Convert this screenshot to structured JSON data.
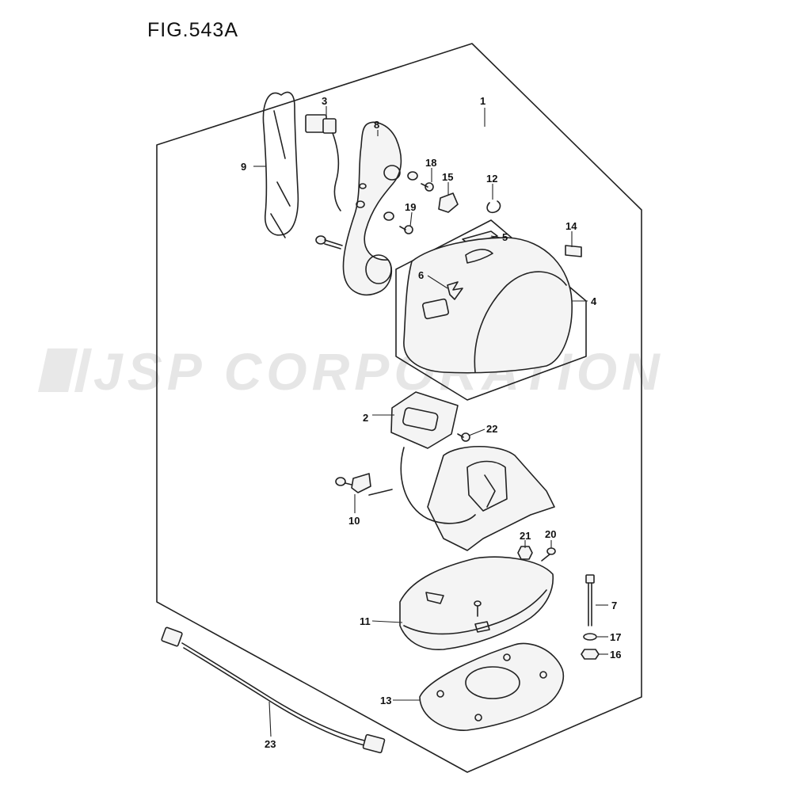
{
  "figure": {
    "title": "FIG.543A"
  },
  "watermark": {
    "text": "JSP CORPORATION",
    "color": "#e6e6e6"
  },
  "callouts": [
    {
      "id": "c1",
      "label": "1"
    },
    {
      "id": "c2",
      "label": "2"
    },
    {
      "id": "c3",
      "label": "3"
    },
    {
      "id": "c4",
      "label": "4"
    },
    {
      "id": "c5",
      "label": "5"
    },
    {
      "id": "c6",
      "label": "6"
    },
    {
      "id": "c7",
      "label": "7"
    },
    {
      "id": "c8",
      "label": "8"
    },
    {
      "id": "c9",
      "label": "9"
    },
    {
      "id": "c10",
      "label": "10"
    },
    {
      "id": "c11",
      "label": "11"
    },
    {
      "id": "c12",
      "label": "12"
    },
    {
      "id": "c13",
      "label": "13"
    },
    {
      "id": "c14",
      "label": "14"
    },
    {
      "id": "c15",
      "label": "15"
    },
    {
      "id": "c16",
      "label": "16"
    },
    {
      "id": "c17",
      "label": "17"
    },
    {
      "id": "c18",
      "label": "18"
    },
    {
      "id": "c19",
      "label": "19"
    },
    {
      "id": "c20",
      "label": "20"
    },
    {
      "id": "c21",
      "label": "21"
    },
    {
      "id": "c22",
      "label": "22"
    },
    {
      "id": "c23",
      "label": "23"
    }
  ]
}
